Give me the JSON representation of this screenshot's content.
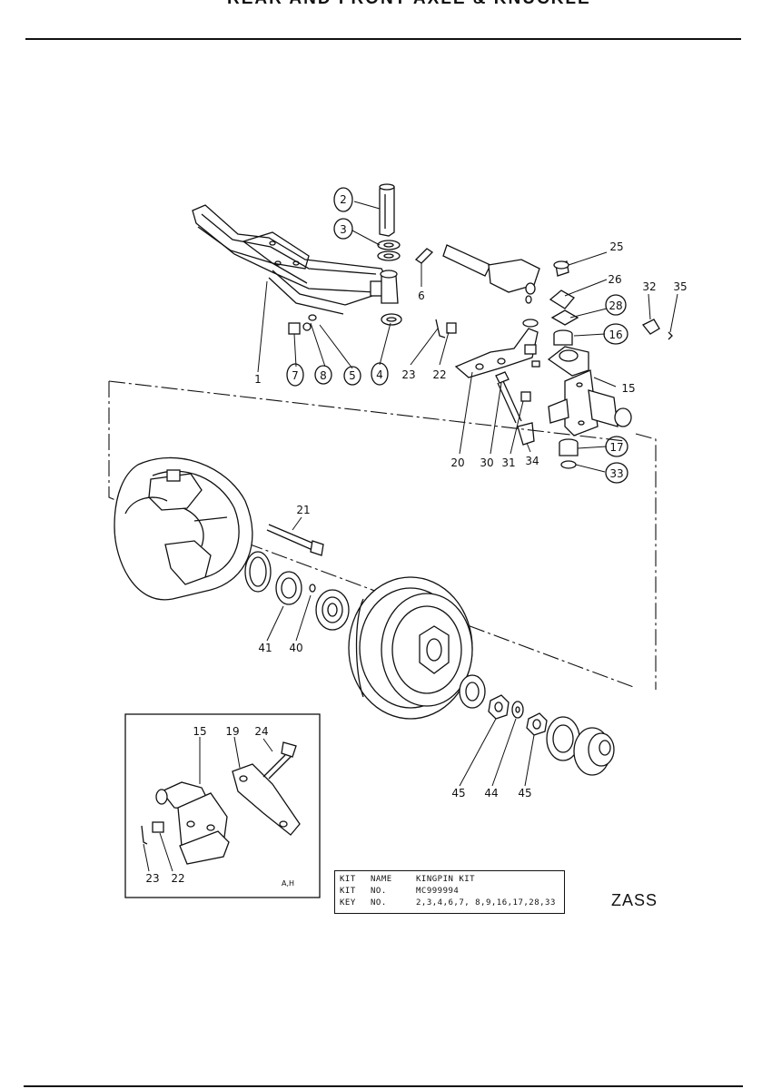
{
  "header": {
    "title": "REAR AND FRONT AXLE & KNUCKLE"
  },
  "labels": {
    "p1": "1",
    "p2": "2",
    "p3": "3",
    "p4": "4",
    "p5": "5",
    "p6": "6",
    "p7": "7",
    "p8": "8",
    "p15": "15",
    "p15b": "15",
    "p16": "16",
    "p17": "17",
    "p19": "19",
    "p20": "20",
    "p21": "21",
    "p22": "22",
    "p22b": "22",
    "p23": "23",
    "p23b": "23",
    "p24": "24",
    "p25": "25",
    "p26": "26",
    "p28": "28",
    "p30": "30",
    "p31": "31",
    "p32": "32",
    "p33": "33",
    "p34": "34",
    "p35": "35",
    "p40": "40",
    "p41": "41",
    "p44": "44",
    "p45a": "45",
    "p45b": "45"
  },
  "kit_table": {
    "row1": {
      "k1": "KIT",
      "k2": "NAME",
      "v": "KINGPIN KIT"
    },
    "row2": {
      "k1": "KIT",
      "k2": "NO.",
      "v": "MC999994"
    },
    "row3": {
      "k1": "KEY",
      "k2": "NO.",
      "v": "2,3,4,6,7, 8,9,16,17,28,33"
    }
  },
  "inset_note": "A,H",
  "diagram_code": "ZASS"
}
